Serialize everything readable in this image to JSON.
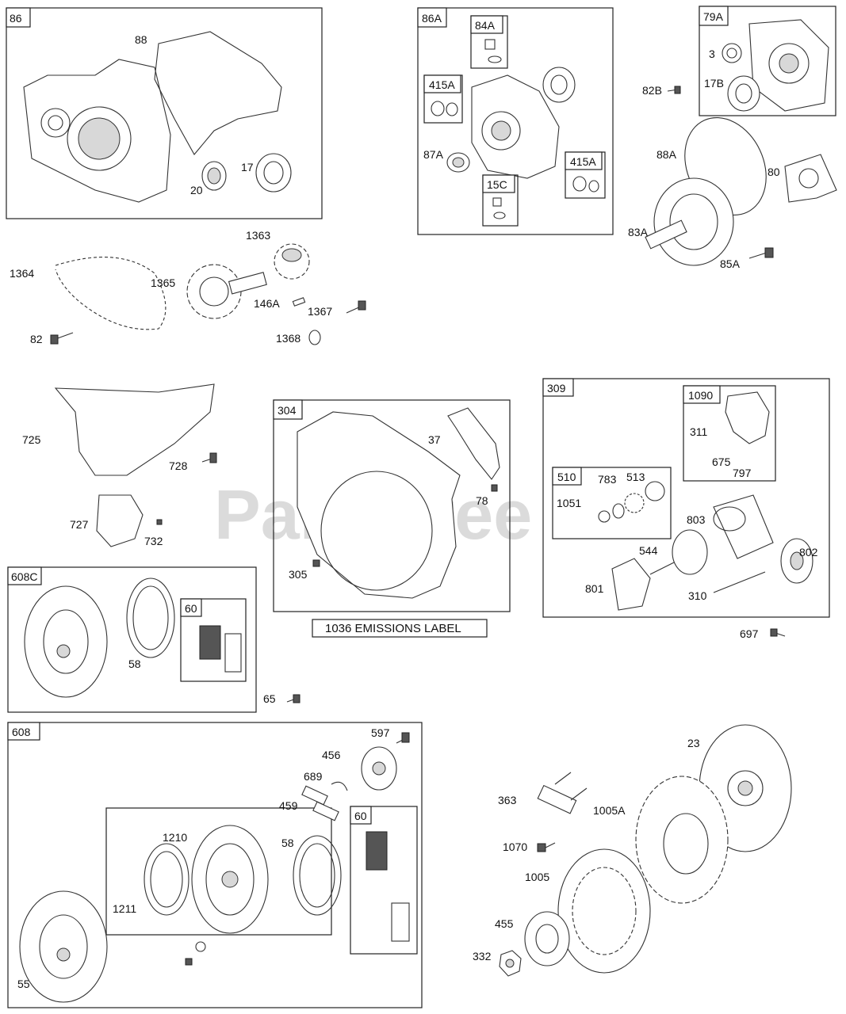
{
  "watermark": "PartsTree",
  "emissions_label": "1036 EMISSIONS LABEL",
  "groups": {
    "g86": "86",
    "g86A": "86A",
    "g84A": "84A",
    "g415A_1": "415A",
    "g415A_2": "415A",
    "g15C": "15C",
    "g79A": "79A",
    "g304": "304",
    "g309": "309",
    "g1090": "1090",
    "g510": "510",
    "g608C": "608C",
    "g60_1": "60",
    "g608": "608",
    "g60_2": "60"
  },
  "labels": {
    "l88": "88",
    "l20": "20",
    "l17": "17",
    "l87A": "87A",
    "l3": "3",
    "l17B": "17B",
    "l82B": "82B",
    "l88A": "88A",
    "l80": "80",
    "l83A": "83A",
    "l85A": "85A",
    "l1363": "1363",
    "l1364": "1364",
    "l1365": "1365",
    "l146A": "146A",
    "l1367": "1367",
    "l82": "82",
    "l1368": "1368",
    "l725": "725",
    "l728": "728",
    "l727": "727",
    "l732": "732",
    "l37": "37",
    "l78": "78",
    "l305": "305",
    "l311": "311",
    "l675": "675",
    "l797": "797",
    "l783": "783",
    "l513": "513",
    "l1051": "1051",
    "l803": "803",
    "l544": "544",
    "l802": "802",
    "l801": "801",
    "l310": "310",
    "l697": "697",
    "l58a": "58",
    "l65": "65",
    "l597": "597",
    "l456": "456",
    "l689": "689",
    "l459": "459",
    "l1210": "1210",
    "l1211": "1211",
    "l58b": "58",
    "l55": "55",
    "l23": "23",
    "l363": "363",
    "l1005A": "1005A",
    "l1070": "1070",
    "l1005": "1005",
    "l455": "455",
    "l332": "332"
  }
}
